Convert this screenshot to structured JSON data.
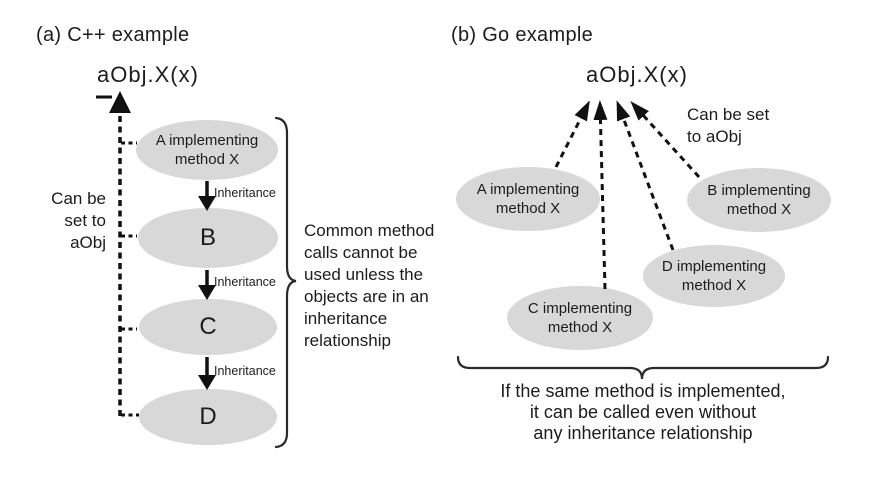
{
  "left": {
    "title": "(a) C++ example",
    "call": "aObj.X(x)",
    "side_note": [
      "Can be",
      "set to",
      "aObj"
    ],
    "node_a": [
      "A implementing",
      "method X"
    ],
    "node_b": "B",
    "node_c": "C",
    "node_d": "D",
    "inheritance_label": "Inheritance",
    "brace_note": [
      "Common method",
      "calls cannot be",
      "used unless the",
      "objects are in an",
      "inheritance",
      "relationship"
    ]
  },
  "right": {
    "title": "(b) Go example",
    "call": "aObj.X(x)",
    "side_note": [
      "Can be set",
      "to aObj"
    ],
    "node_a": [
      "A implementing",
      "method X"
    ],
    "node_b": [
      "B implementing",
      "method X"
    ],
    "node_c": [
      "C implementing",
      "method X"
    ],
    "node_d": [
      "D implementing",
      "method X"
    ],
    "brace_note": [
      "If the same method is implemented,",
      "it can be called even without",
      "any inheritance relationship"
    ]
  },
  "colors": {
    "node_fill": "#d8d8d8",
    "ink": "#1c1c1c",
    "line": "#111111"
  }
}
